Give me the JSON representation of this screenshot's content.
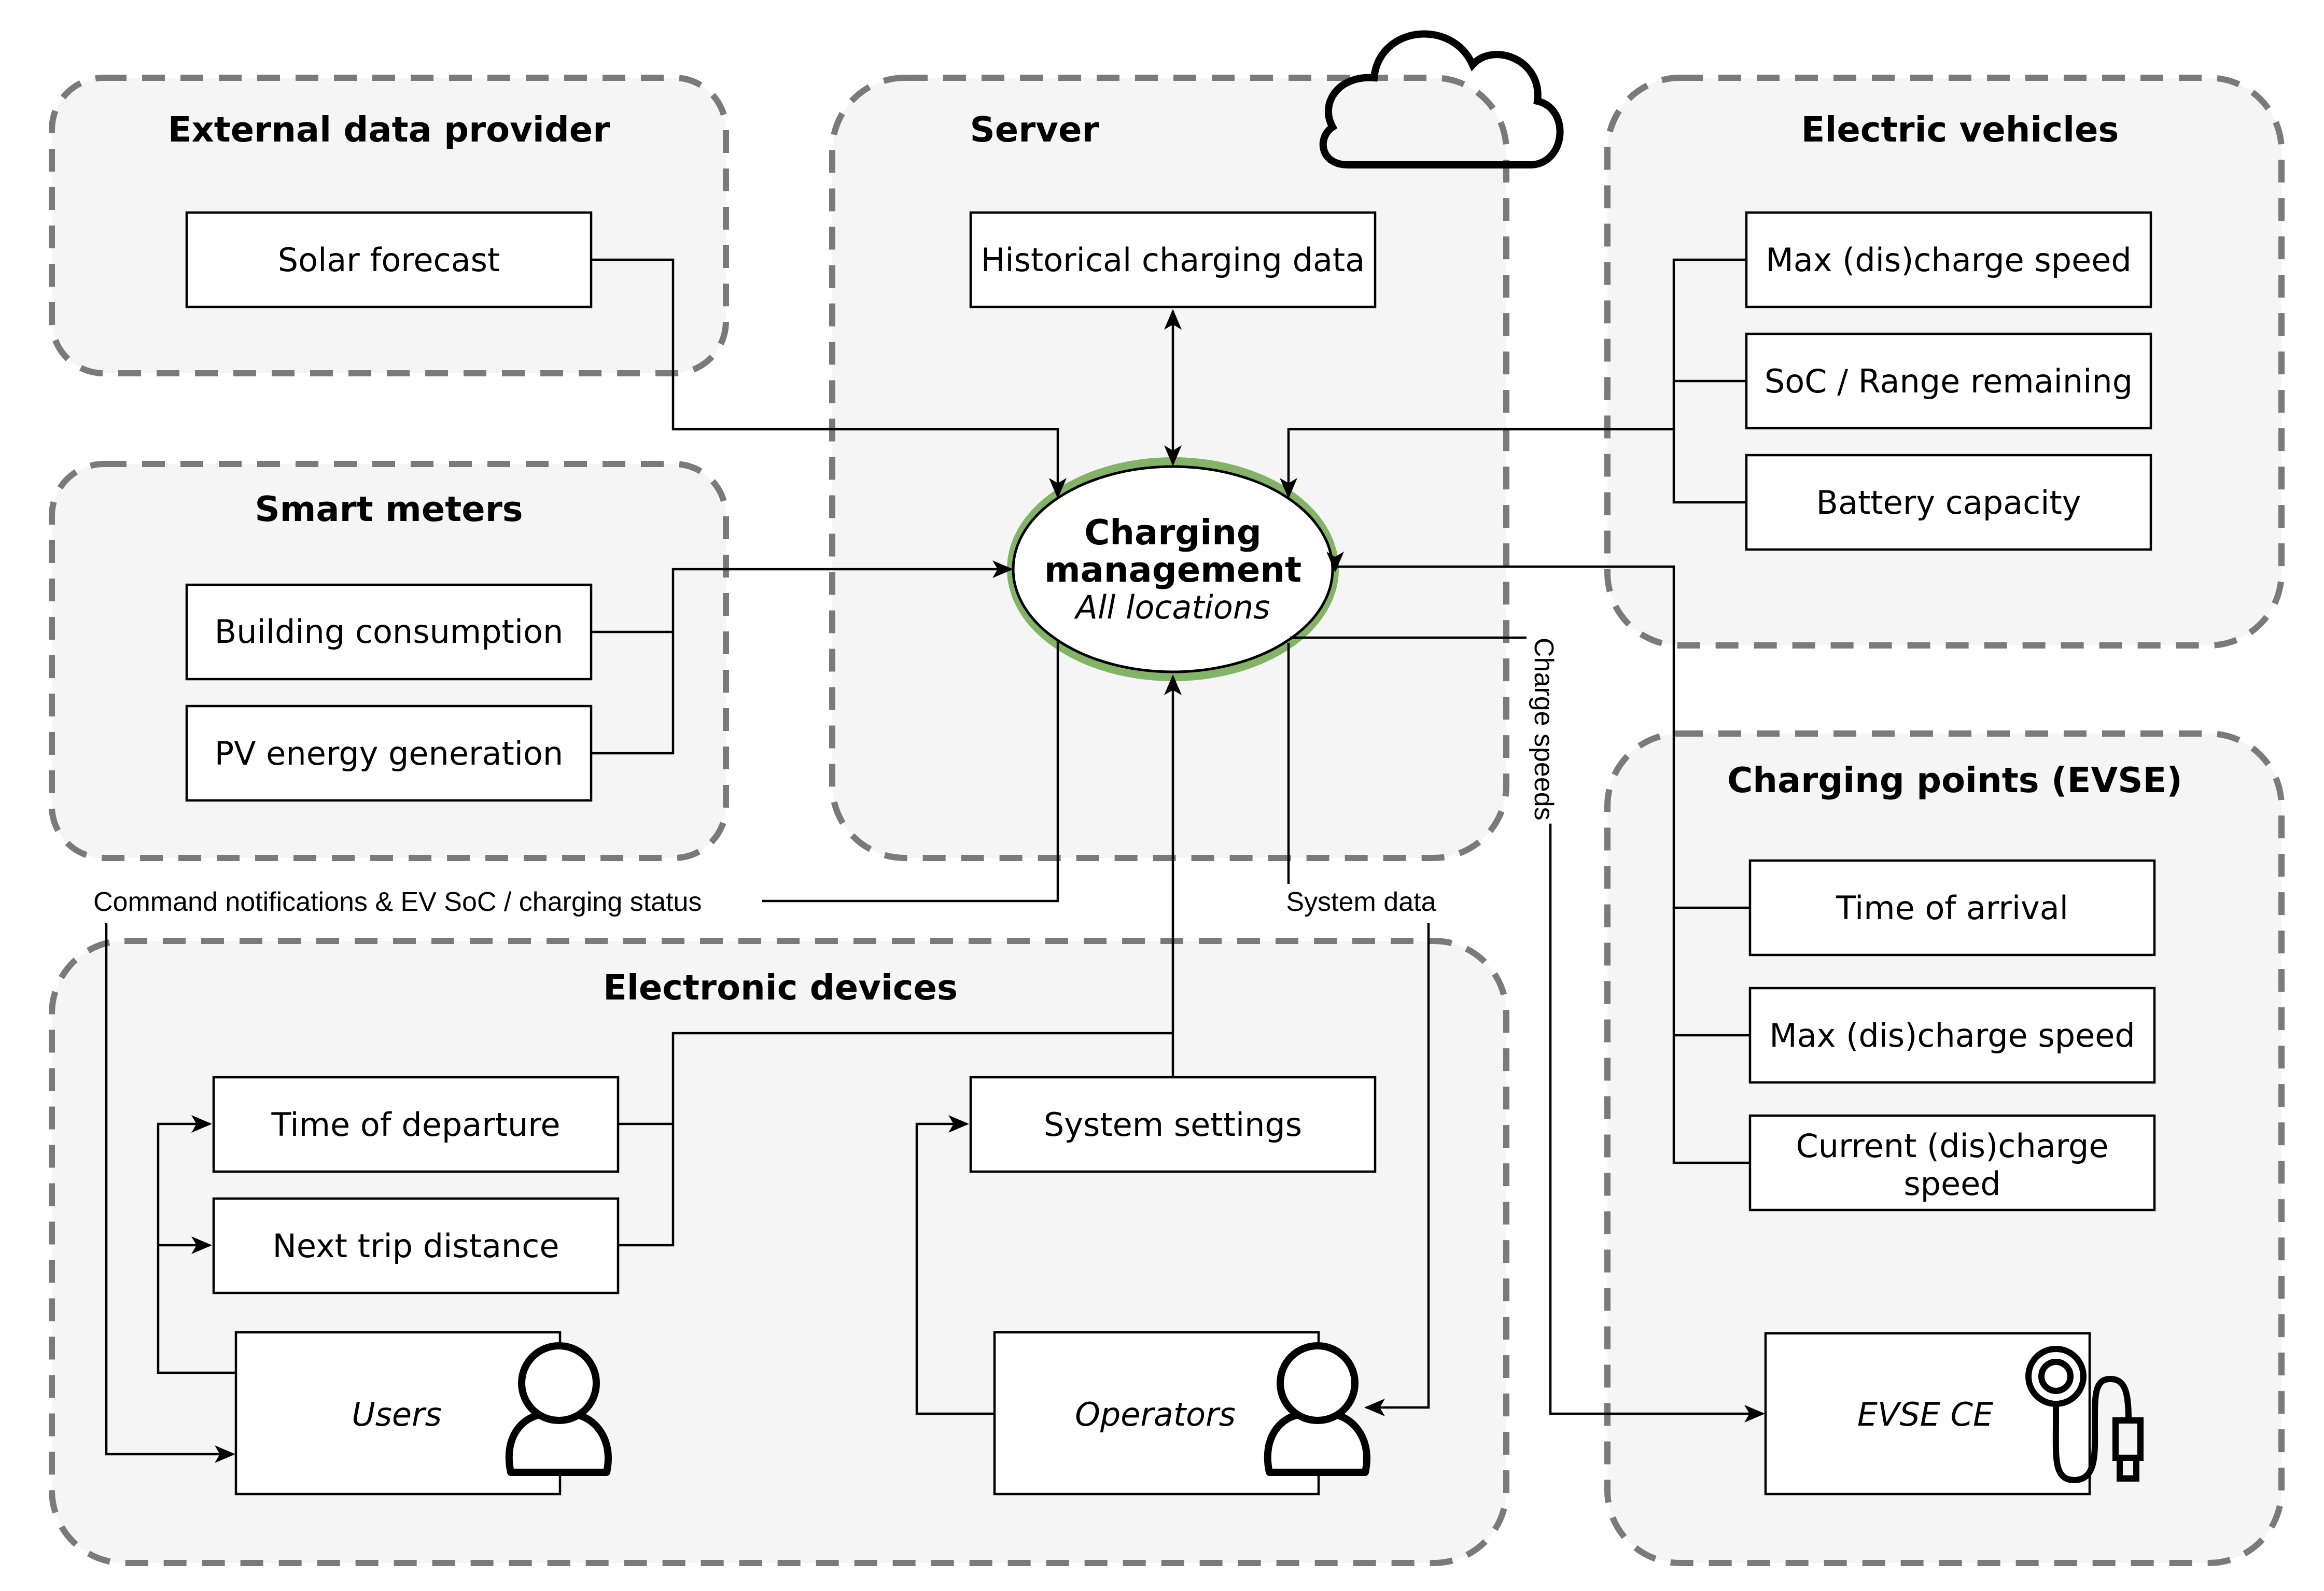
{
  "groups": {
    "external": {
      "title": "External data provider",
      "solar_forecast": "Solar forecast"
    },
    "smart_meters": {
      "title": "Smart meters",
      "building_consumption": "Building consumption",
      "pv_generation": "PV energy generation"
    },
    "server": {
      "title": "Server",
      "historical_data": "Historical charging data"
    },
    "electric_vehicles": {
      "title": "Electric vehicles",
      "max_speed": "Max (dis)charge speed",
      "soc_range": "SoC / Range remaining",
      "battery_capacity": "Battery capacity"
    },
    "charging_points": {
      "title": "Charging points (EVSE)",
      "time_of_arrival": "Time of arrival",
      "max_speed": "Max (dis)charge speed",
      "current_speed_line1": "Current (dis)charge",
      "current_speed_line2": "speed",
      "evse_ce": "EVSE CE"
    },
    "electronic_devices": {
      "title": "Electronic devices",
      "time_of_departure": "Time of departure",
      "next_trip_distance": "Next trip distance",
      "users": "Users",
      "system_settings": "System settings",
      "operators": "Operators"
    }
  },
  "hub": {
    "line1": "Charging",
    "line2": "management",
    "line3": "All locations",
    "accent": "#82b366"
  },
  "edge_labels": {
    "command_notifications": "Command notifications & EV SoC / charging status",
    "system_data": "System data",
    "charge_speeds": "Charge speeds"
  },
  "icons": [
    "cloud-icon",
    "user-icon",
    "user-icon",
    "ev-charger-icon"
  ]
}
